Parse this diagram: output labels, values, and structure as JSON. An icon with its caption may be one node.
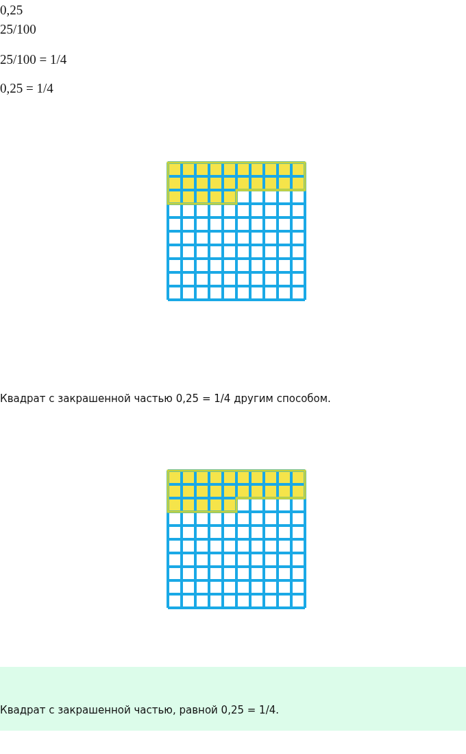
{
  "diagram": {
    "labels": [
      "0,25",
      "25/100",
      "25/100 = 1/4",
      "0,25 = 1/4",
      "Квадрат с закрашенной частью 0,25 = 1/4 другим способом.",
      "Квадрат с закрашенной частью, равной 0,25 = 1/4."
    ]
  }
}
